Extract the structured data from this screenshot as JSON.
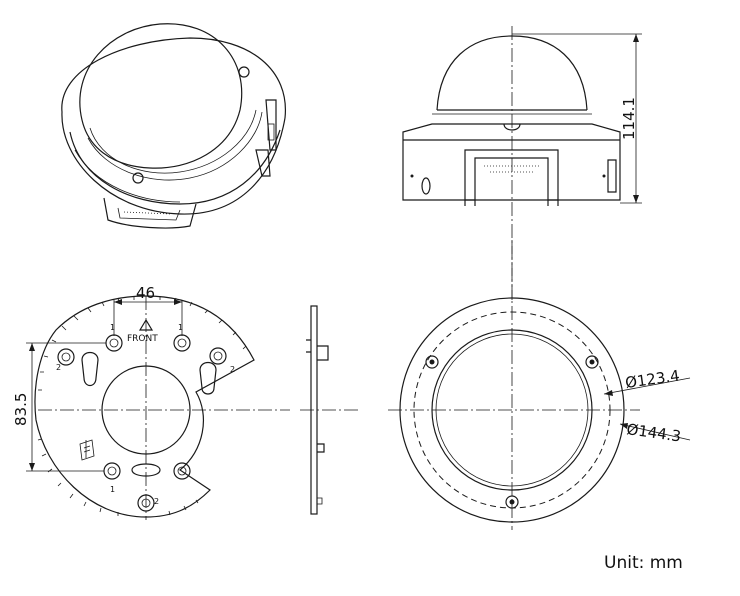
{
  "dimensions": {
    "height": "114.1",
    "hole_spacing": "46",
    "plate_height": "83.5",
    "inner_diameter": "Ø123.4",
    "outer_diameter": "Ø144.3"
  },
  "plate_text": {
    "front": "FRONT",
    "hole_mark_a": "1",
    "hole_mark_b": "2"
  },
  "unit_label": "Unit: mm"
}
